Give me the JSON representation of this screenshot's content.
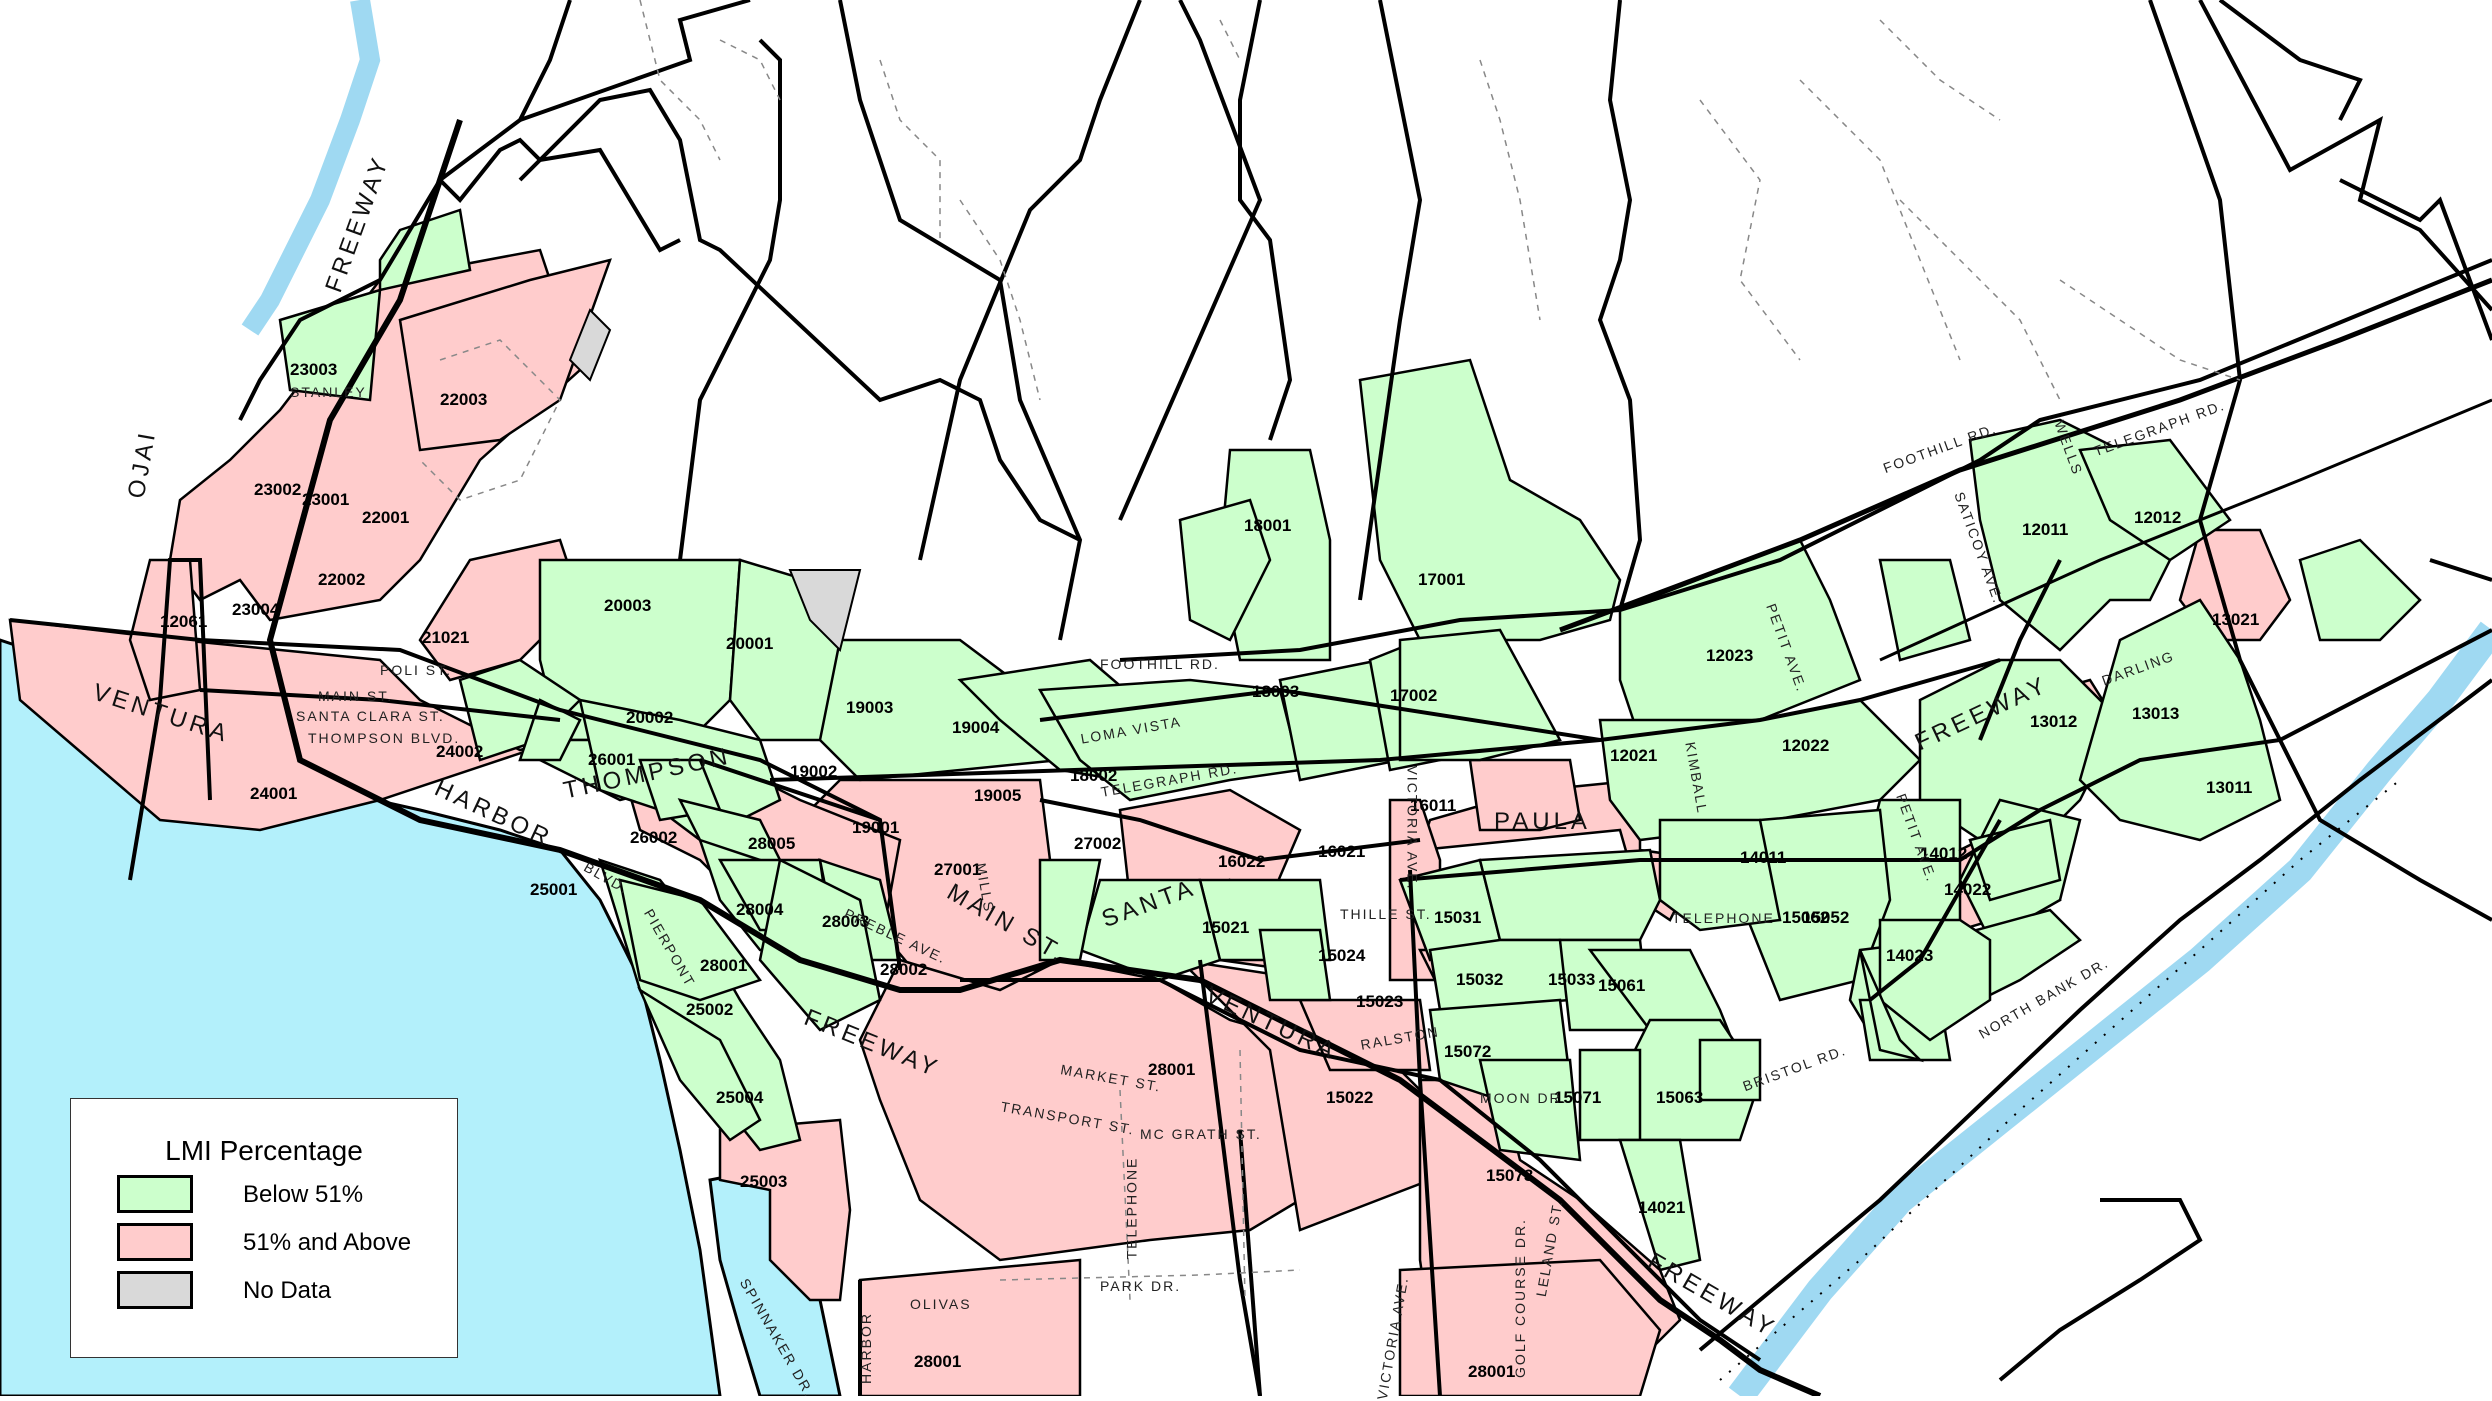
{
  "legend": {
    "title": "LMI Percentage",
    "items": [
      {
        "label": "Below 51%",
        "color": "#ccffcc"
      },
      {
        "label": "51% and Above",
        "color": "#ffcccc"
      },
      {
        "label": "No Data",
        "color": "#d9d9d9"
      }
    ]
  },
  "colors": {
    "water": "#b3f0fb",
    "border": "#000000",
    "low": "#ccffcc",
    "high": "#ffcccc",
    "nodata": "#d9d9d9"
  },
  "tracts": [
    "23003",
    "22003",
    "23002",
    "23001",
    "22001",
    "22002",
    "23004",
    "12061",
    "21021",
    "20003",
    "20001",
    "20002",
    "19003",
    "19004",
    "19002",
    "19005",
    "19001",
    "18003",
    "18002",
    "17002",
    "17001",
    "18001",
    "12023",
    "12022",
    "12021",
    "12011",
    "12012",
    "13021",
    "13012",
    "13013",
    "13011",
    "24002",
    "24001",
    "26001",
    "26002",
    "28005",
    "28004",
    "28003",
    "28002",
    "28001",
    "25001",
    "25002",
    "25004",
    "25003",
    "27001",
    "27002",
    "16021",
    "16022",
    "15021",
    "16011",
    "15024",
    "15023",
    "15022",
    "15031",
    "15032",
    "15033",
    "15061",
    "15062",
    "15063",
    "15071",
    "15072",
    "15073",
    "14021",
    "14011",
    "14012",
    "14022",
    "14023",
    "15052",
    "28001",
    "28001",
    "28001"
  ],
  "streets": {
    "freeway": "FREEWAY",
    "ventura": "VENTURA",
    "ojai": "OJAI",
    "santa_clara": "SANTA CLARA ST.",
    "main": "MAIN ST.",
    "poli": "POLI ST.",
    "thompson": "THOMPSON",
    "thompson_blvd": "THOMPSON BLVD.",
    "harbor": "HARBOR",
    "foothill": "FOOTHILL RD.",
    "telegraph": "TELEGRAPH RD.",
    "loma_vista": "LOMA VISTA",
    "paula": "PAULA",
    "santa": "SANTA",
    "victoria": "VICTORIA AVE.",
    "telephone": "TELEPHONE",
    "market": "MARKET ST.",
    "mcgrath": "MC GRATH ST.",
    "olivas": "OLIVAS",
    "park": "PARK DR.",
    "petit": "PETIT AVE.",
    "kimball": "KIMBALL",
    "wells": "WELLS",
    "darling": "DARLING",
    "stanley": "STANLEY",
    "blvd": "BLVD.",
    "ralston": "RALSTON",
    "saticoy": "SATICOY AVE.",
    "north_bank": "NORTH BANK DR.",
    "bristol": "BRISTOL RD.",
    "thille": "THILLE ST.",
    "preble": "PREBLE AVE.",
    "mills": "MILLS",
    "pierpont": "PIERPONT",
    "spinnaker": "SPINNAKER DR.",
    "transport": "TRANSPORT ST.",
    "moon": "MOON DR.",
    "golf_course": "GOLF COURSE DR.",
    "leland": "LELAND ST."
  }
}
